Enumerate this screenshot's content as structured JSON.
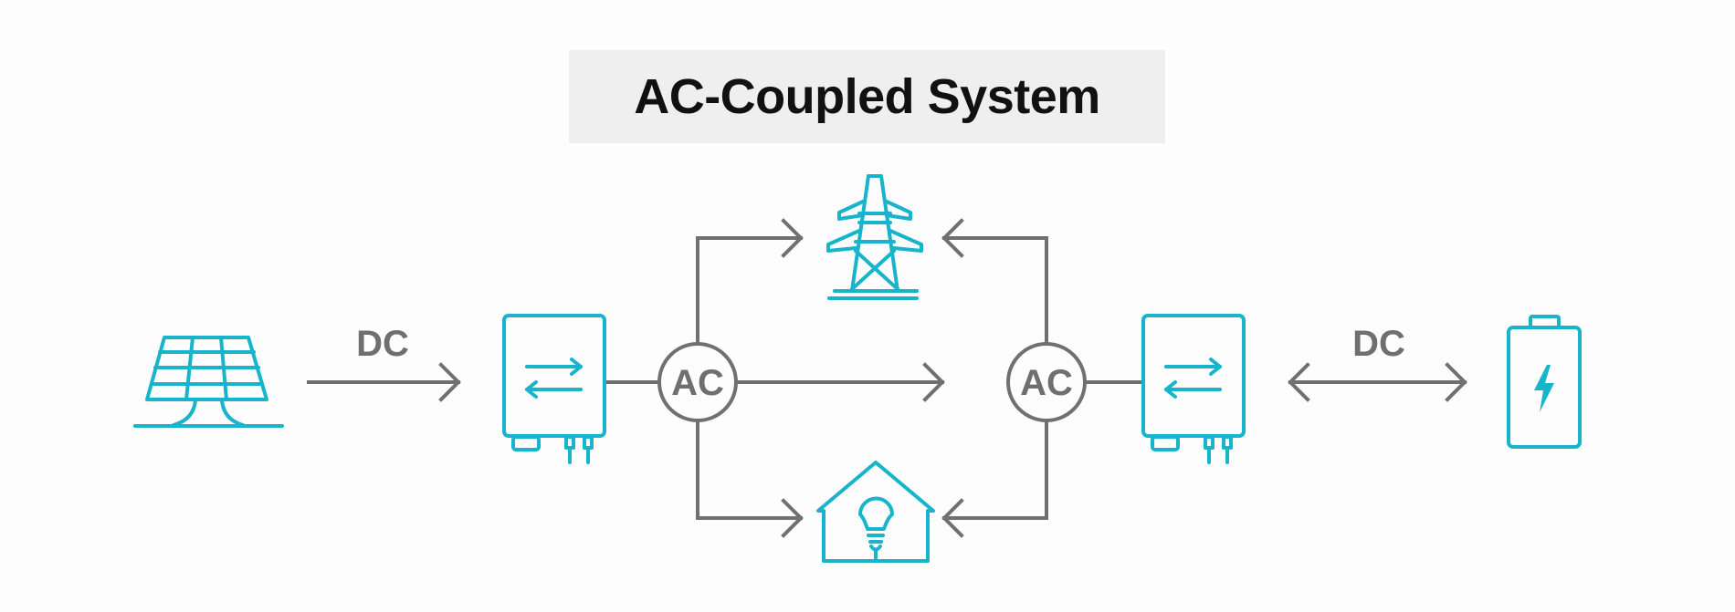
{
  "title": "AC-Coupled System",
  "labels": {
    "dc_left": "DC",
    "dc_right": "DC",
    "ac_left": "AC",
    "ac_right": "AC"
  },
  "nodes": [
    {
      "id": "solar-panel",
      "icon": "solar-panel-icon"
    },
    {
      "id": "pv-inverter",
      "icon": "inverter-icon"
    },
    {
      "id": "grid",
      "icon": "power-tower-icon"
    },
    {
      "id": "home",
      "icon": "house-lightbulb-icon"
    },
    {
      "id": "battery-inverter",
      "icon": "inverter-icon"
    },
    {
      "id": "battery",
      "icon": "battery-icon"
    }
  ],
  "colors": {
    "accent": "#17b4cc",
    "connector": "#707070",
    "title_bg": "#efefef",
    "title_text": "#111111"
  }
}
